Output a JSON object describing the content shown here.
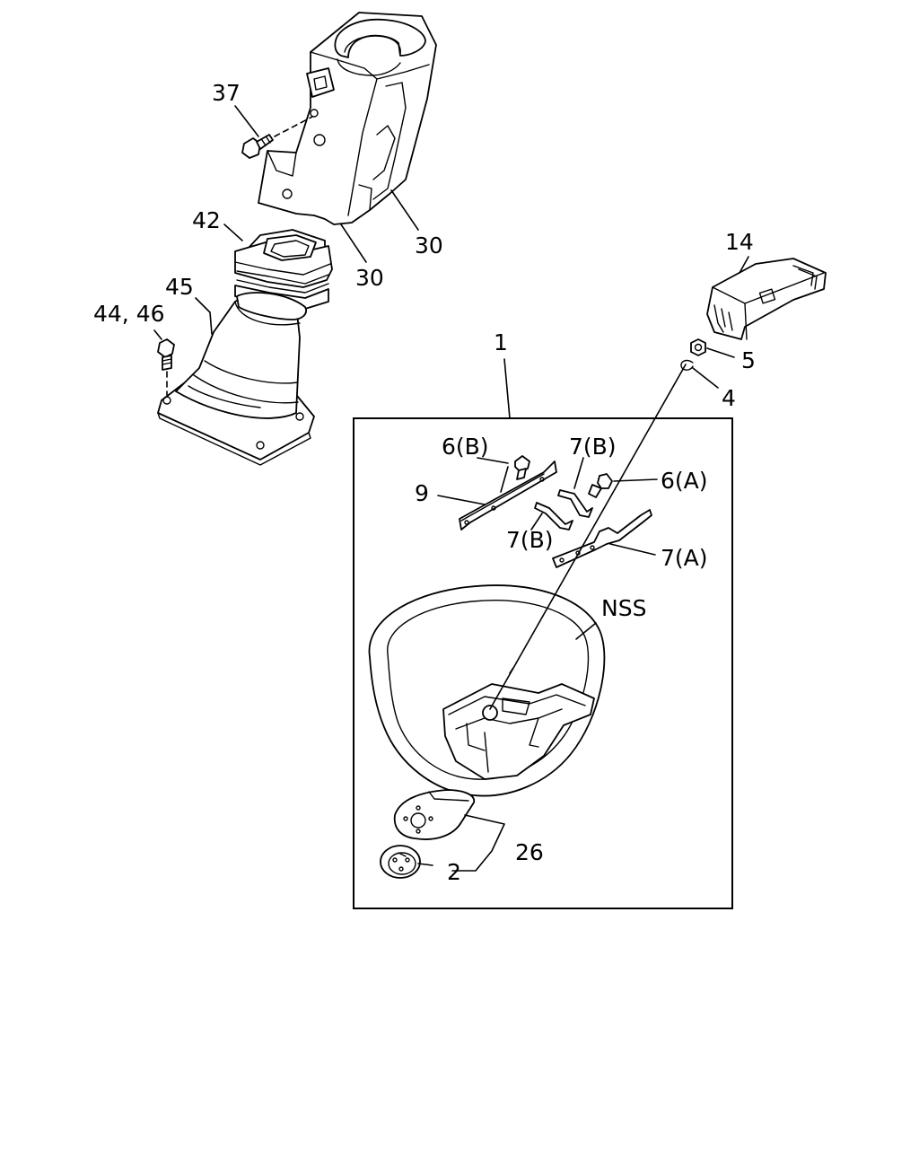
{
  "callouts": {
    "c37": "37",
    "c42": "42",
    "c45": "45",
    "c4446": "44, 46",
    "c30a": "30",
    "c30b": "30",
    "c14": "14",
    "c5": "5",
    "c4": "4",
    "c1": "1",
    "c6b": "6(B)",
    "c7b_top": "7(B)",
    "c6a": "6(A)",
    "c9": "9",
    "c7b_bot": "7(B)",
    "c7a": "7(A)",
    "nss": "NSS",
    "c26": "26",
    "c2": "2"
  }
}
